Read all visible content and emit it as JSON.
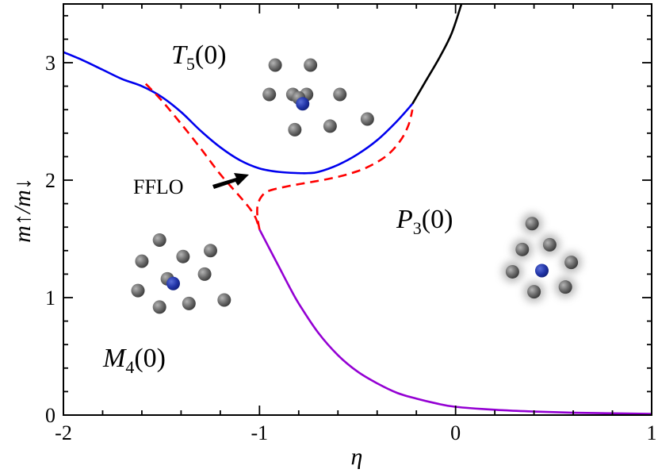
{
  "chart_data": {
    "type": "line",
    "xlabel": "η",
    "ylabel": "m↑/m↓",
    "xlim": [
      -2,
      1
    ],
    "ylim": [
      0,
      3.5
    ],
    "xticks": [
      -2,
      -1,
      0,
      1
    ],
    "xtick_labels": [
      "-2",
      "-1",
      "0",
      "1"
    ],
    "yticks": [
      0,
      1,
      2,
      3
    ],
    "ytick_labels": [
      "0",
      "1",
      "2",
      "3"
    ],
    "grid": false,
    "series": [
      {
        "key": "blue",
        "color": "#0000ee",
        "style": "solid",
        "points": [
          [
            -2.0,
            3.09
          ],
          [
            -1.9,
            3.02
          ],
          [
            -1.8,
            2.94
          ],
          [
            -1.7,
            2.86
          ],
          [
            -1.6,
            2.8
          ],
          [
            -1.5,
            2.71
          ],
          [
            -1.4,
            2.58
          ],
          [
            -1.3,
            2.42
          ],
          [
            -1.2,
            2.28
          ],
          [
            -1.1,
            2.17
          ],
          [
            -1.0,
            2.1
          ],
          [
            -0.9,
            2.07
          ],
          [
            -0.8,
            2.06
          ],
          [
            -0.75,
            2.06
          ],
          [
            -0.7,
            2.07
          ],
          [
            -0.6,
            2.13
          ],
          [
            -0.5,
            2.22
          ],
          [
            -0.4,
            2.34
          ],
          [
            -0.3,
            2.5
          ],
          [
            -0.22,
            2.65
          ]
        ]
      },
      {
        "key": "black",
        "color": "#000000",
        "style": "solid",
        "points": [
          [
            -0.22,
            2.65
          ],
          [
            -0.15,
            2.85
          ],
          [
            -0.08,
            3.05
          ],
          [
            -0.02,
            3.25
          ],
          [
            0.03,
            3.5
          ]
        ]
      },
      {
        "key": "purple",
        "color": "#9400d3",
        "style": "solid",
        "points": [
          [
            -1.0,
            1.58
          ],
          [
            -0.95,
            1.42
          ],
          [
            -0.9,
            1.26
          ],
          [
            -0.85,
            1.1
          ],
          [
            -0.8,
            0.95
          ],
          [
            -0.7,
            0.7
          ],
          [
            -0.6,
            0.51
          ],
          [
            -0.5,
            0.37
          ],
          [
            -0.4,
            0.27
          ],
          [
            -0.3,
            0.19
          ],
          [
            -0.2,
            0.14
          ],
          [
            -0.1,
            0.1
          ],
          [
            0.0,
            0.07
          ],
          [
            0.2,
            0.045
          ],
          [
            0.4,
            0.03
          ],
          [
            0.6,
            0.02
          ],
          [
            0.8,
            0.015
          ],
          [
            1.0,
            0.01
          ]
        ]
      },
      {
        "key": "red-upper",
        "color": "#ff0000",
        "style": "dashed",
        "points": [
          [
            -1.58,
            2.82
          ],
          [
            -1.5,
            2.68
          ],
          [
            -1.4,
            2.48
          ],
          [
            -1.3,
            2.27
          ],
          [
            -1.2,
            2.05
          ],
          [
            -1.1,
            1.86
          ],
          [
            -1.05,
            1.76
          ],
          [
            -1.02,
            1.68
          ],
          [
            -1.0,
            1.58
          ]
        ]
      },
      {
        "key": "red-lower",
        "color": "#ff0000",
        "style": "dashed",
        "points": [
          [
            -1.0,
            1.58
          ],
          [
            -1.01,
            1.68
          ],
          [
            -1.01,
            1.78
          ],
          [
            -0.99,
            1.86
          ],
          [
            -0.95,
            1.91
          ],
          [
            -0.85,
            1.95
          ],
          [
            -0.75,
            1.98
          ],
          [
            -0.65,
            2.01
          ],
          [
            -0.55,
            2.05
          ],
          [
            -0.45,
            2.11
          ],
          [
            -0.35,
            2.21
          ],
          [
            -0.28,
            2.34
          ],
          [
            -0.24,
            2.47
          ],
          [
            -0.22,
            2.6
          ]
        ]
      }
    ],
    "annotations": [
      {
        "key": "T5",
        "main": "T",
        "sub": "5",
        "arg": "(0)"
      },
      {
        "key": "P3",
        "main": "P",
        "sub": "3",
        "arg": "(0)"
      },
      {
        "key": "M4",
        "main": "M",
        "sub": "4",
        "arg": "(0)"
      },
      {
        "key": "FFLO",
        "text": "FFLO"
      }
    ],
    "clusters": [
      {
        "name": "T5",
        "atoms": [
          [
            -0.92,
            2.98
          ],
          [
            -0.74,
            2.98
          ],
          [
            -0.95,
            2.73
          ],
          [
            -0.83,
            2.73
          ],
          [
            -0.76,
            2.73
          ],
          [
            -0.8,
            2.7
          ],
          [
            -0.59,
            2.73
          ],
          [
            -0.45,
            2.52
          ],
          [
            -0.64,
            2.46
          ],
          [
            -0.82,
            2.43
          ]
        ],
        "impurity": [
          -0.78,
          2.65
        ],
        "blur": false
      },
      {
        "name": "M4",
        "atoms": [
          [
            -1.51,
            1.49
          ],
          [
            -1.6,
            1.31
          ],
          [
            -1.39,
            1.35
          ],
          [
            -1.25,
            1.4
          ],
          [
            -1.47,
            1.16
          ],
          [
            -1.28,
            1.2
          ],
          [
            -1.62,
            1.06
          ],
          [
            -1.51,
            0.92
          ],
          [
            -1.36,
            0.95
          ],
          [
            -1.18,
            0.98
          ]
        ],
        "impurity": [
          -1.44,
          1.12
        ],
        "blur": false
      },
      {
        "name": "P3",
        "atoms": [
          [
            0.39,
            1.63
          ],
          [
            0.34,
            1.41
          ],
          [
            0.48,
            1.45
          ],
          [
            0.59,
            1.3
          ],
          [
            0.29,
            1.22
          ],
          [
            0.56,
            1.09
          ],
          [
            0.4,
            1.05
          ]
        ],
        "impurity": [
          0.44,
          1.23
        ],
        "blur": true
      }
    ]
  }
}
